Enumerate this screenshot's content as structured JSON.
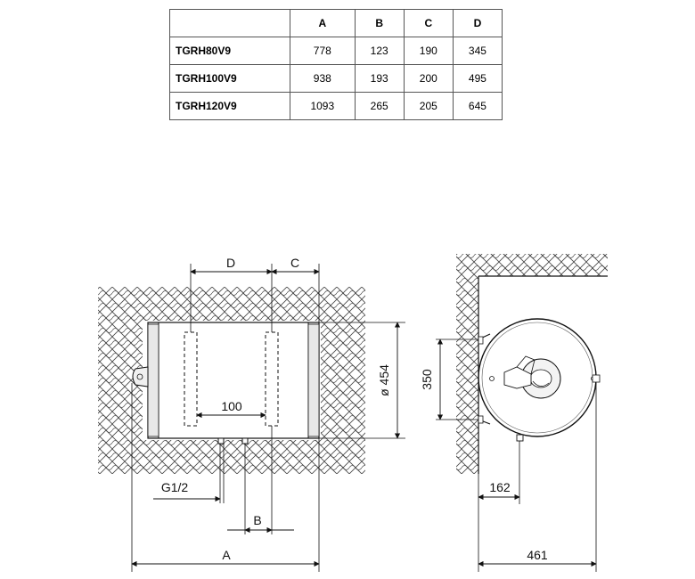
{
  "table": {
    "headers": [
      "",
      "A",
      "B",
      "C",
      "D"
    ],
    "rows": [
      {
        "model": "TGRH80V9",
        "A": "778",
        "B": "123",
        "C": "190",
        "D": "345"
      },
      {
        "model": "TGRH100V9",
        "A": "938",
        "B": "193",
        "C": "200",
        "D": "495"
      },
      {
        "model": "TGRH120V9",
        "A": "1093",
        "B": "265",
        "C": "205",
        "D": "645"
      }
    ]
  },
  "front_view": {
    "label_D": "D",
    "label_C": "C",
    "diameter": "ø 454",
    "spacing": "100",
    "thread": "G1/2",
    "label_B": "B",
    "label_A": "A"
  },
  "side_view": {
    "bracket_height": "350",
    "offset": "162",
    "depth": "461"
  }
}
